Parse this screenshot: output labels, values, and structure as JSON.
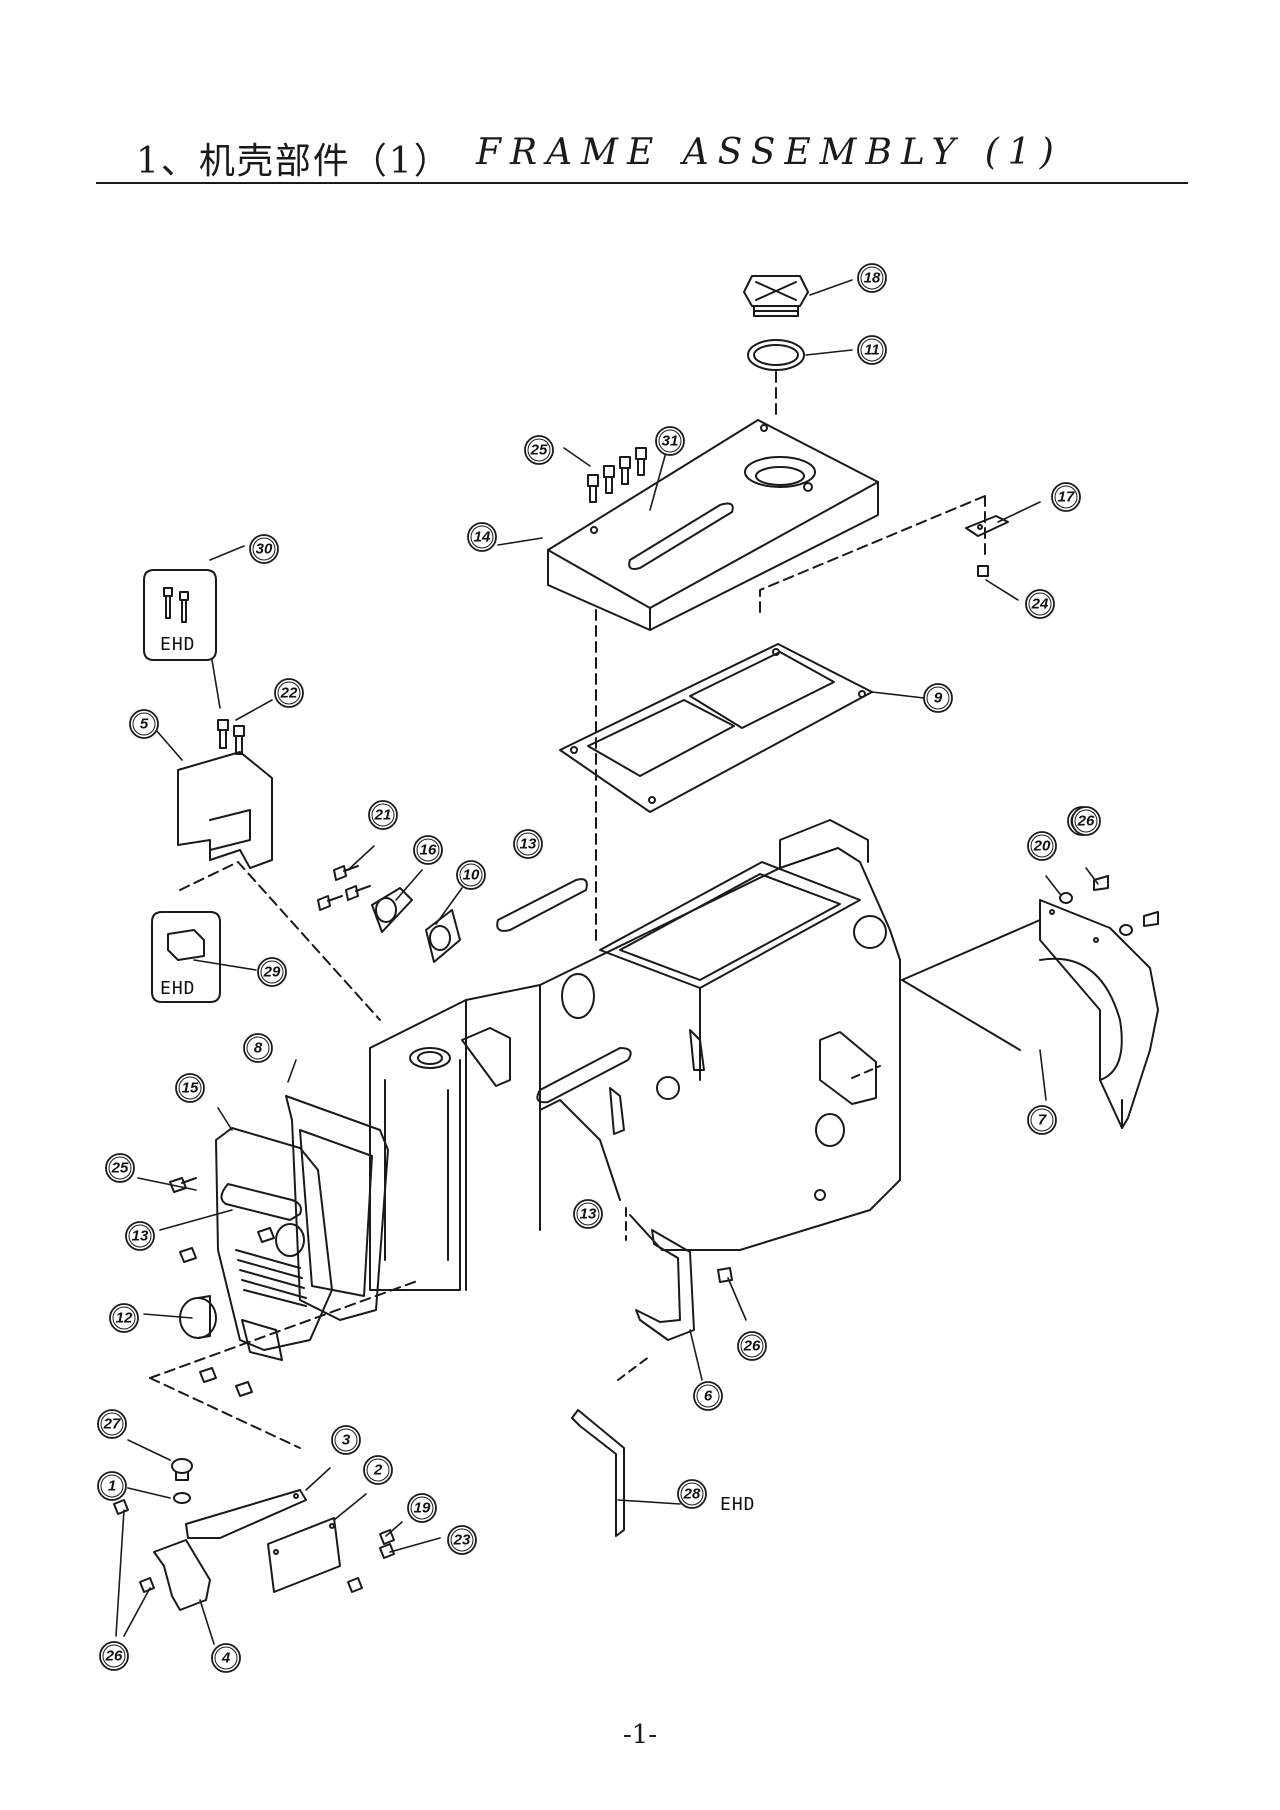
{
  "header": {
    "title_cn": "1、机壳部件（1）",
    "title_en": "FRAME ASSEMBLY (1)"
  },
  "callouts": [
    "1",
    "2",
    "3",
    "4",
    "5",
    "6",
    "7",
    "8",
    "9",
    "10",
    "11",
    "12",
    "13",
    "13",
    "13",
    "14",
    "15",
    "16",
    "17",
    "18",
    "19",
    "20",
    "21",
    "22",
    "23",
    "24",
    "25",
    "25",
    "26",
    "26",
    "26",
    "26",
    "27",
    "28",
    "29",
    "30",
    "31"
  ],
  "variant_labels": {
    "ehd": "EHD"
  },
  "page_number": "-1-"
}
